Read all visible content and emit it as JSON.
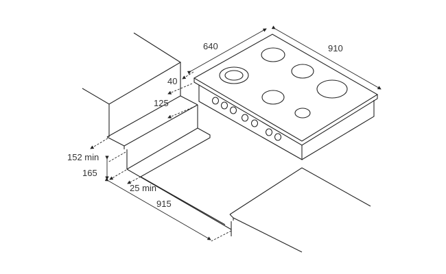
{
  "title": "Hob installation dimensions",
  "labels": {
    "hob_depth": "640",
    "hob_width": "910",
    "back_clearance": "40",
    "wall_offset": "125",
    "cabinet_clearance": "152 min",
    "step_height": "165",
    "side_clearance": "25 min",
    "cutout_width": "915"
  }
}
